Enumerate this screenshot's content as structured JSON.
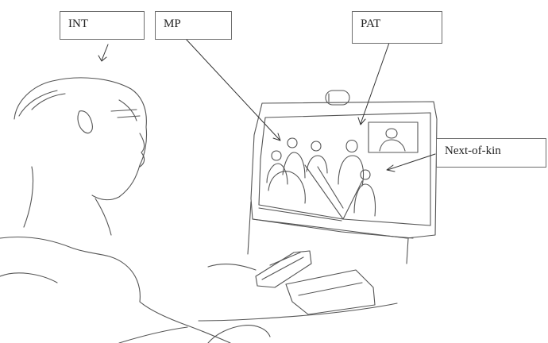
{
  "labels": {
    "int": "INT",
    "mp": "MP",
    "pat": "PAT",
    "next_of_kin": "Next-of-kin"
  },
  "colors": {
    "line": "#555555",
    "box_border": "#6d6d6d",
    "text": "#222222"
  }
}
